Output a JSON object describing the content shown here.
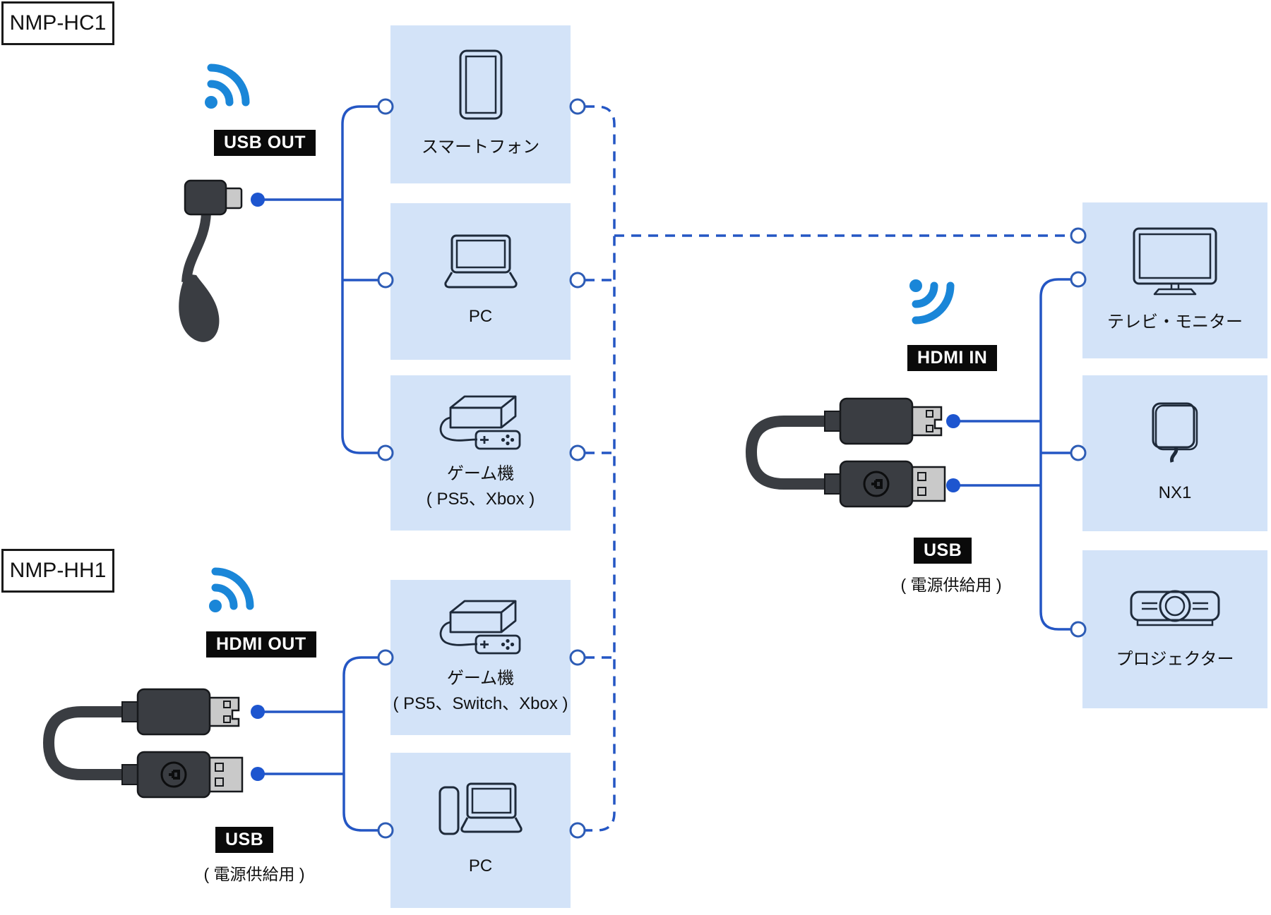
{
  "diagram_title": "NMP-HC1 / NMP-HH1 connection diagram",
  "colors": {
    "box_bg": "#d3e3f8",
    "line_blue": "#2456c4",
    "dot_blue": "#1d55cf",
    "circle_stroke": "#2d5cb5",
    "wifi_blue": "#1a86d8",
    "tag_bg": "#0a0a0a",
    "tag_text": "#ffffff",
    "icon_stroke": "#1e2a3a",
    "cable_dark": "#3a3d42",
    "cable_light": "#c9c9c9"
  },
  "groups": {
    "nmp_hc1": {
      "title": "NMP-HC1",
      "port_tag": "USB OUT",
      "wifi_icon": "wifi-signal",
      "device_icon": "usb-dongle"
    },
    "nmp_hh1": {
      "title": "NMP-HH1",
      "port_tag": "HDMI OUT",
      "usb_tag": "USB",
      "usb_note": "( 電源供給用 )",
      "wifi_icon": "wifi-signal",
      "device_icon": "hdmi-usb-cable"
    },
    "receiver": {
      "port_tag": "HDMI IN",
      "usb_tag": "USB",
      "usb_note": "( 電源供給用 )",
      "wifi_icon": "wifi-signal",
      "device_icon": "hdmi-usb-cable"
    }
  },
  "sources": [
    {
      "id": "smartphone",
      "label": "スマートフォン",
      "icon": "smartphone"
    },
    {
      "id": "pc",
      "label": "PC",
      "icon": "laptop"
    },
    {
      "id": "game_console",
      "label": "ゲーム機",
      "sublabel": "( PS5、Xbox )",
      "icon": "game-console"
    },
    {
      "id": "game_console_hh1",
      "label": "ゲーム機",
      "sublabel": "( PS5、Switch、Xbox )",
      "icon": "game-console"
    },
    {
      "id": "pc_hh1",
      "label": "PC",
      "icon": "phone-and-laptop"
    }
  ],
  "outputs": [
    {
      "id": "tv_monitor",
      "label": "テレビ・モニター",
      "icon": "tv-monitor"
    },
    {
      "id": "nx1",
      "label": "NX1",
      "icon": "nx1-adapter"
    },
    {
      "id": "projector",
      "label": "プロジェクター",
      "icon": "projector"
    }
  ]
}
